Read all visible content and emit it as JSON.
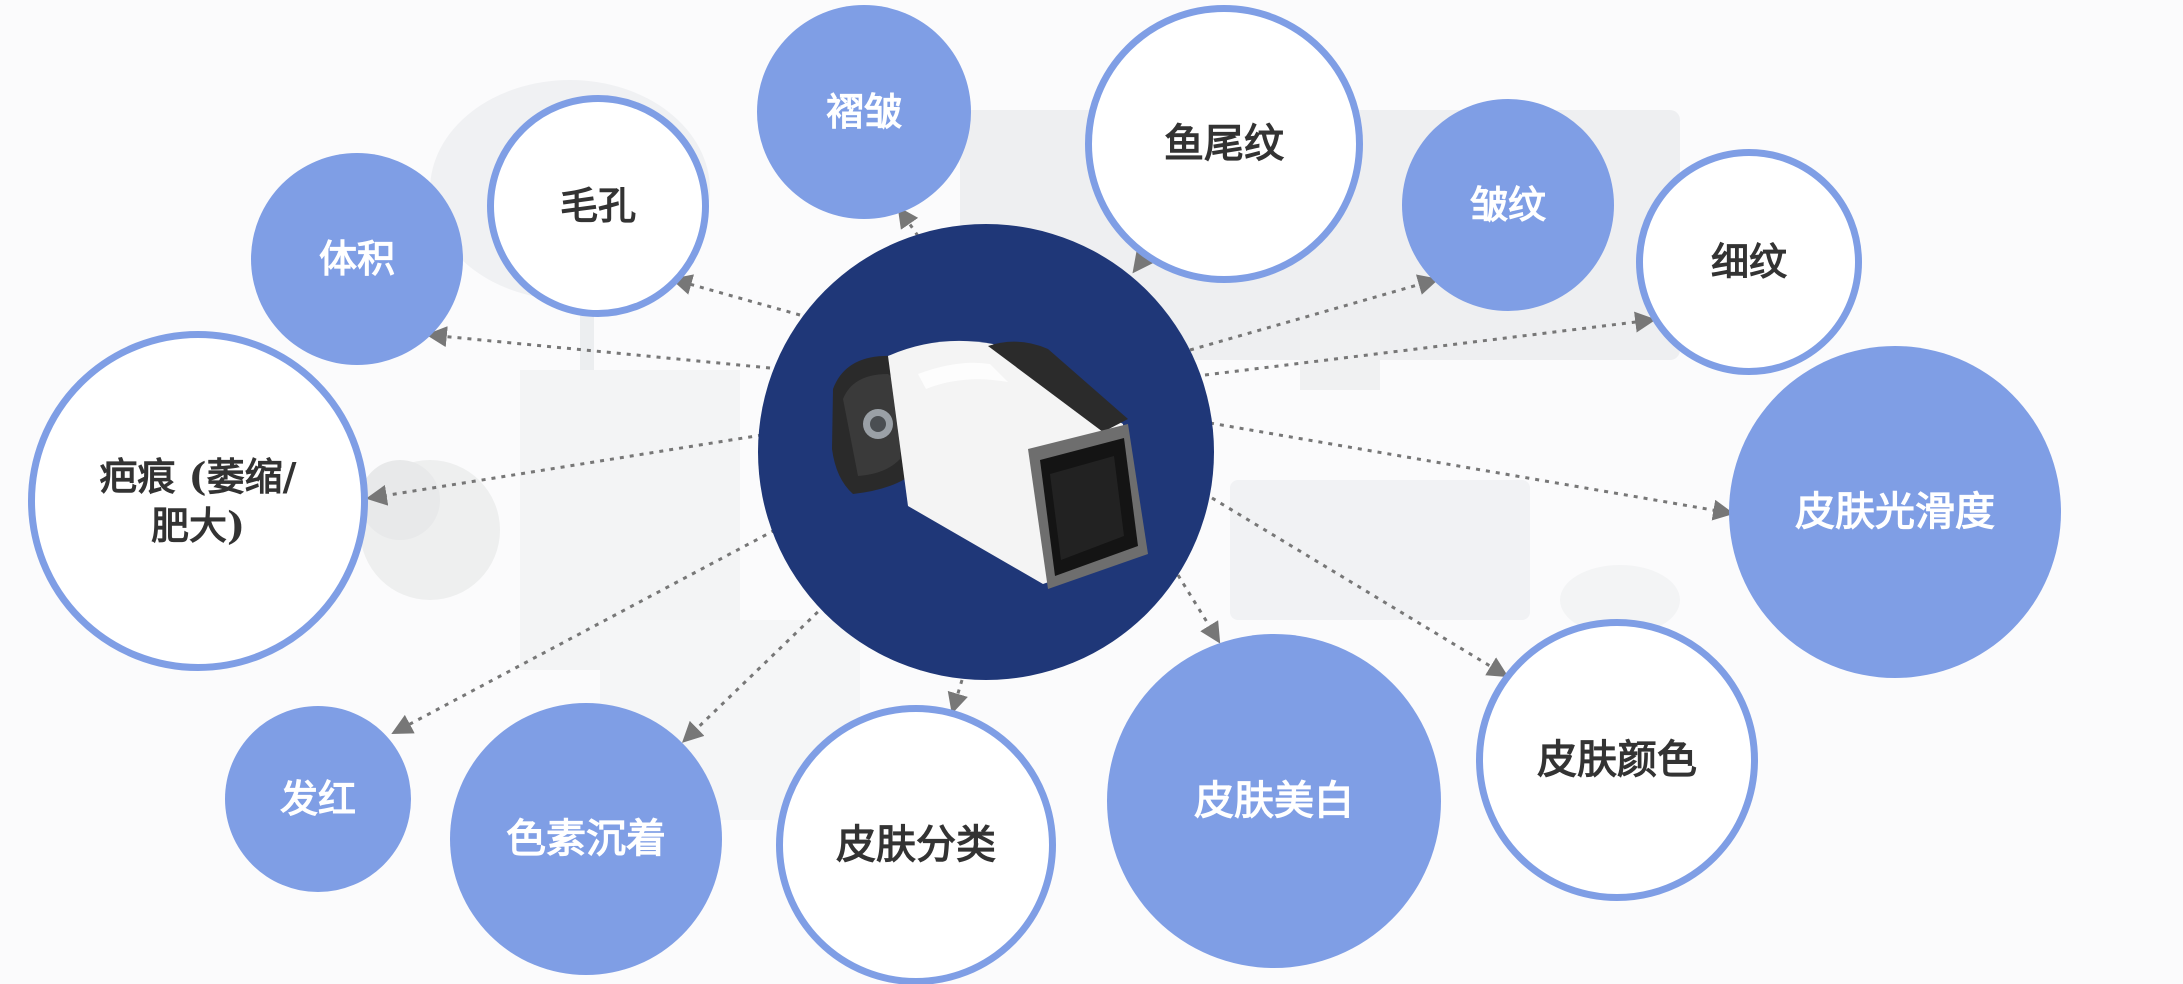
{
  "nodes": [
    {
      "id": "wrinkle-fold",
      "label": "褶皱",
      "style": "filled"
    },
    {
      "id": "crows-feet",
      "label": "鱼尾纹",
      "style": "outline"
    },
    {
      "id": "wrinkle",
      "label": "皱纹",
      "style": "filled"
    },
    {
      "id": "fine-lines",
      "label": "细纹",
      "style": "outline"
    },
    {
      "id": "pores",
      "label": "毛孔",
      "style": "outline"
    },
    {
      "id": "volume",
      "label": "体积",
      "style": "filled"
    },
    {
      "id": "scar",
      "label": "疤痕 (萎缩/\n肥大)",
      "style": "outline"
    },
    {
      "id": "smoothness",
      "label": "皮肤光滑度",
      "style": "filled"
    },
    {
      "id": "redness",
      "label": "发红",
      "style": "filled"
    },
    {
      "id": "pigmentation",
      "label": "色素沉着",
      "style": "filled"
    },
    {
      "id": "skin-type",
      "label": "皮肤分类",
      "style": "outline"
    },
    {
      "id": "whitening",
      "label": "皮肤美白",
      "style": "filled"
    },
    {
      "id": "skin-color",
      "label": "皮肤颜色",
      "style": "outline"
    }
  ],
  "center": {
    "icon": "skin-imaging-device-icon"
  },
  "colors": {
    "node_fill": "#7f9ee5",
    "node_border": "#7f9ee5",
    "center_fill": "#1f3778",
    "arrow": "#777777"
  }
}
